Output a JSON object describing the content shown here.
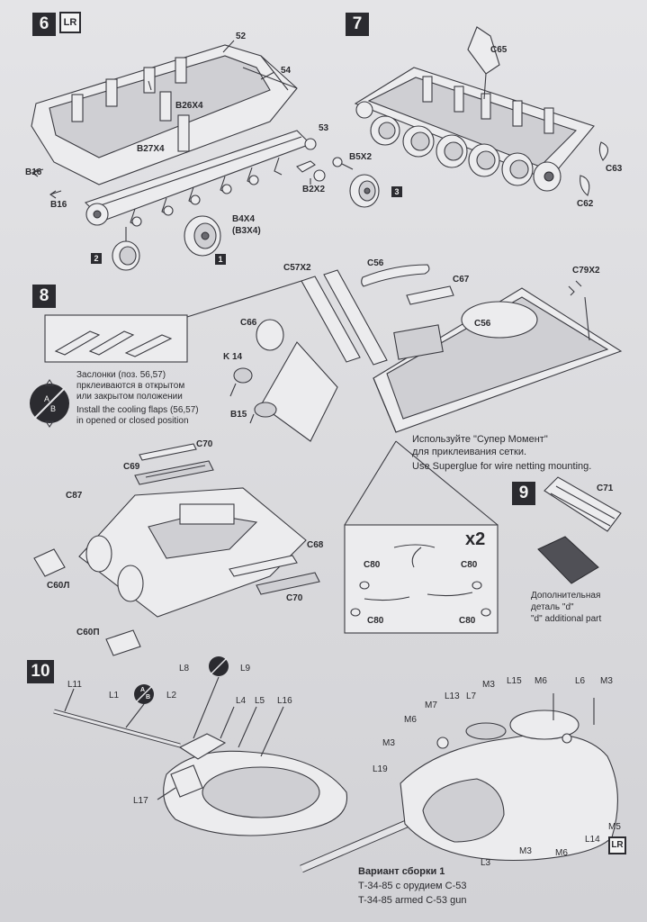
{
  "steps": {
    "s6": {
      "num": "6",
      "lr": "LR",
      "labels": {
        "p52": "52",
        "p54": "54",
        "b26": "B26X4",
        "b27": "B27X4",
        "b16a": "B16",
        "b16b": "B16",
        "p53": "53",
        "b5": "B5X2",
        "b2": "B2X2",
        "b4": "B4X4",
        "b3": "(B3X4)",
        "sq1": "1",
        "sq2": "2",
        "sq3": "3"
      }
    },
    "s7": {
      "num": "7",
      "labels": {
        "c65": "C65",
        "c63": "C63",
        "c62": "C62"
      }
    },
    "s8": {
      "num": "8",
      "labels": {
        "c57": "C57X2",
        "c56a": "C56",
        "c67": "C67",
        "c79": "C79X2",
        "c56b": "C56",
        "c66": "C66",
        "k14": "K 14",
        "b15": "B15",
        "c70a": "C70",
        "c69": "C69",
        "c87": "C87",
        "c68": "C68",
        "c60l": "C60Л",
        "c70b": "C70",
        "c60p": "C60П",
        "c80a": "C80",
        "c80b": "C80",
        "c80c": "C80",
        "c80d": "C80",
        "x2": "x2"
      },
      "ab_a": "A",
      "ab_b": "B",
      "flaps_ru": [
        "Заслонки (поз. 56,57)",
        "прклеиваются в открытом",
        "или закрытом положении"
      ],
      "flaps_en": [
        "Install the cooling flaps (56,57)",
        "in opened or closed position"
      ],
      "glue_ru": [
        "Используйте \"Супер Момент\"",
        "для приклеивания сетки."
      ],
      "glue_en": "Use Superglue for wire netting mounting."
    },
    "s9": {
      "num": "9",
      "labels": {
        "c71": "C71"
      },
      "extra_ru": [
        "Дополнительная",
        "деталь \"d\""
      ],
      "extra_en": "\"d\" additional part"
    },
    "s10": {
      "num": "10",
      "lr": "LR",
      "labels": {
        "l11": "L11",
        "l1": "L1",
        "l2": "L2",
        "l8": "L8",
        "l9": "L9",
        "l4": "L4",
        "l5": "L5",
        "l16": "L16",
        "l17": "L17",
        "m3a": "M3",
        "l15": "L15",
        "m6a": "M6",
        "l6": "L6",
        "m3b": "M3",
        "m7": "M7",
        "l13": "L13",
        "l7": "L7",
        "m6b": "M6",
        "m3c": "M3",
        "l19": "L19",
        "m5": "M5",
        "l14": "L14",
        "m6c": "M6",
        "m3d": "M3",
        "l3": "L3"
      },
      "ab_a": "A",
      "ab_b": "B",
      "variant_title": "Вариант сборки 1",
      "variant_ru": "Т-34-85 с орудием С-53",
      "variant_en": "T-34-85 armed C-53 gun"
    }
  },
  "colors": {
    "paper": "#dcdcde",
    "ink": "#2b2b30"
  }
}
